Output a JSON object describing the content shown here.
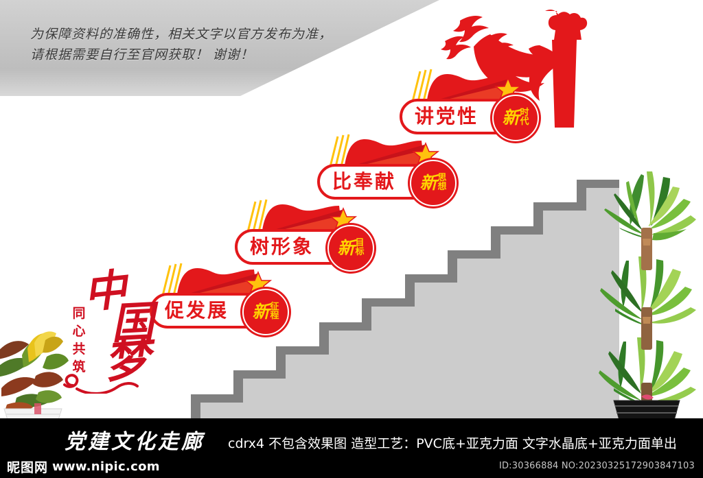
{
  "disclaimer": {
    "text": "为保障资料的准确性，相关文字以官方发布为准，\n请根据需要自行至官网获取！ 谢谢！"
  },
  "colors": {
    "red": "#e3181b",
    "deep_red": "#cf1021",
    "yellow": "#ffd400",
    "stair_fill": "#cccccc",
    "stair_edge": "#808080",
    "footer_bg": "#000000",
    "grad_top": "#d2d2d2"
  },
  "badges": [
    {
      "slogan": "讲党性",
      "seal_big": "新",
      "seal_top": "时",
      "seal_bottom": "代"
    },
    {
      "slogan": "比奉献",
      "seal_big": "新",
      "seal_top": "思",
      "seal_bottom": "想"
    },
    {
      "slogan": "树形象",
      "seal_big": "新",
      "seal_top": "目",
      "seal_bottom": "标"
    },
    {
      "slogan": "促发展",
      "seal_big": "新",
      "seal_top": "征",
      "seal_bottom": "程"
    }
  ],
  "dream": {
    "char1": "中",
    "char2": "国",
    "char3": "梦",
    "side_line": "同心共筑"
  },
  "decor": {
    "doves_label": "red-doves",
    "ribbon_label": "red-ribbon",
    "huabiao_label": "huabiao-column"
  },
  "footer": {
    "title": "党建文化走廊",
    "description": "cdrx4 不包含效果图 造型工艺：PVC底+亚克力面 文字水晶底+亚克力面单出",
    "watermark_cn": "昵图网",
    "watermark_url": "www.nipic.com",
    "id_line": "ID:30366884 NO:20230325172903847103"
  },
  "plants": {
    "left_label": "croton-plant-in-white-pot",
    "right_label": "dracaena-plant-in-dark-pot"
  }
}
